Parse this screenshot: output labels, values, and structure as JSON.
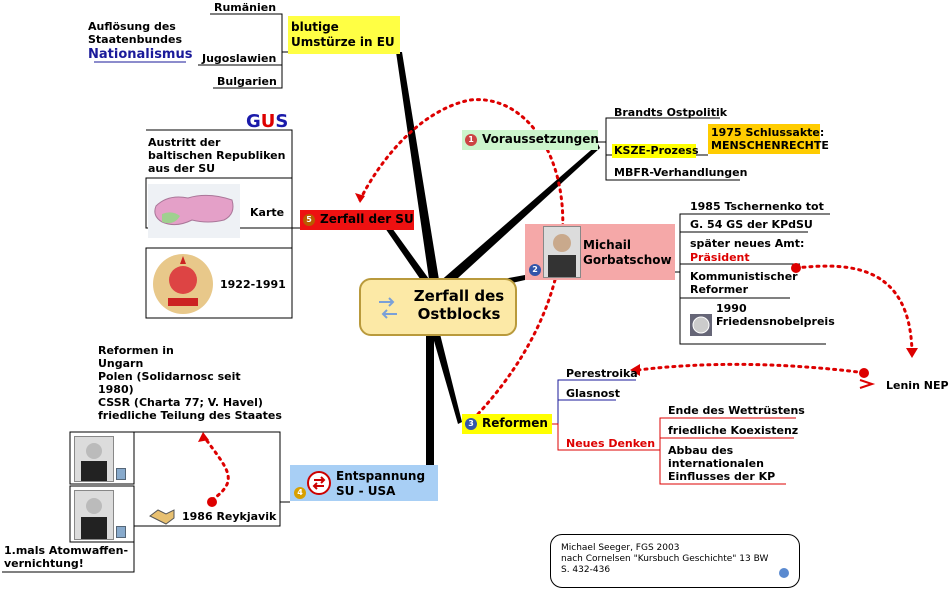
{
  "central": {
    "title": "Zerfall des\nOstblocks"
  },
  "topics": {
    "eu": {
      "title": "blutige\nUmstürze in EU",
      "color": "#ffff44",
      "items": [
        "Rumänien",
        "Jugoslawien",
        "Bulgarien"
      ],
      "note": "Auflösung des\nStaatenbundes",
      "note_highlight": "Nationalismus"
    },
    "zerfall_su": {
      "number": "5",
      "title": "Zerfall der SU",
      "color": "#ee1111",
      "gus_letters": [
        "G",
        "U",
        "S"
      ],
      "items": [
        "Austritt der\nbaltischen Republiken\naus der SU",
        "Karte",
        "1922-1991"
      ]
    },
    "voraussetzungen": {
      "number": "1",
      "title": "Voraussetzungen",
      "color": "#ccf5cc",
      "items": [
        "Brandts Ostpolitik",
        "KSZE-Prozess",
        "MBFR-Verhandlungen"
      ],
      "ksze_sub": "1975 Schlussakte:\nMENSCHENRECHTE"
    },
    "gorbatschow": {
      "number": "2",
      "title": "Michail\nGorbatschow",
      "color": "#f5a8a8",
      "items": [
        "1985 Tschernenko tot",
        "G. 54 GS der KPdSU",
        "später neues Amt:",
        "Präsident",
        "Kommunistischer\nReformer",
        "1990\nFriedensnobelpreis"
      ]
    },
    "reformen": {
      "number": "3",
      "title": "Reformen",
      "color": "#ffff00",
      "items": [
        "Perestroika",
        "Glasnost",
        "Neues Denken"
      ],
      "neues_denken": [
        "Ende des Wettrüstens",
        "friedliche Koexistenz",
        "Abbau des\ninternationalen\nEinflusses der KP"
      ],
      "link_target": "Lenin NEP"
    },
    "entspannung": {
      "number": "4",
      "title": "Entspannung\nSU - USA",
      "color": "#a8cff5",
      "items": [
        "1986 Reykjavik"
      ],
      "reformen_note": "Reformen in\nUngarn\nPolen (Solidarnosc seit\n1980)\nCSSR (Charta 77; V. Havel)\nfriedliche Teilung des Staates",
      "atom_note": "1.mals Atomwaffen-\nvernichtung!"
    }
  },
  "credits": "Michael Seeger, FGS 2003\nnach Cornelsen \"Kursbuch Geschichte\" 13 BW\nS. 432-436",
  "colors": {
    "line": "#000000",
    "red": "#dd0000",
    "gold": "#b99a3c"
  }
}
